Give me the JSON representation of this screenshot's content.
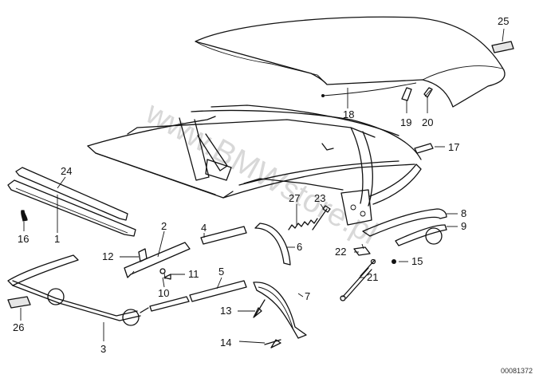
{
  "watermark": "www.BMWstore.pl",
  "document_number": "00081372",
  "callouts": [
    {
      "id": "c25",
      "text": "25"
    },
    {
      "id": "c18",
      "text": "18"
    },
    {
      "id": "c19",
      "text": "19"
    },
    {
      "id": "c20",
      "text": "20"
    },
    {
      "id": "c17",
      "text": "17"
    },
    {
      "id": "c24",
      "text": "24"
    },
    {
      "id": "c16",
      "text": "16"
    },
    {
      "id": "c1",
      "text": "1"
    },
    {
      "id": "c27",
      "text": "27"
    },
    {
      "id": "c23",
      "text": "23"
    },
    {
      "id": "c8",
      "text": "8"
    },
    {
      "id": "c9",
      "text": "9"
    },
    {
      "id": "c2",
      "text": "2"
    },
    {
      "id": "c4",
      "text": "4"
    },
    {
      "id": "c12",
      "text": "12"
    },
    {
      "id": "c6",
      "text": "6"
    },
    {
      "id": "c22",
      "text": "22"
    },
    {
      "id": "c15",
      "text": "15"
    },
    {
      "id": "c11",
      "text": "11"
    },
    {
      "id": "c5",
      "text": "5"
    },
    {
      "id": "c10",
      "text": "10"
    },
    {
      "id": "c21",
      "text": "21"
    },
    {
      "id": "c7",
      "text": "7"
    },
    {
      "id": "c13",
      "text": "13"
    },
    {
      "id": "c26",
      "text": "26"
    },
    {
      "id": "c3",
      "text": "3"
    },
    {
      "id": "c14",
      "text": "14"
    }
  ]
}
